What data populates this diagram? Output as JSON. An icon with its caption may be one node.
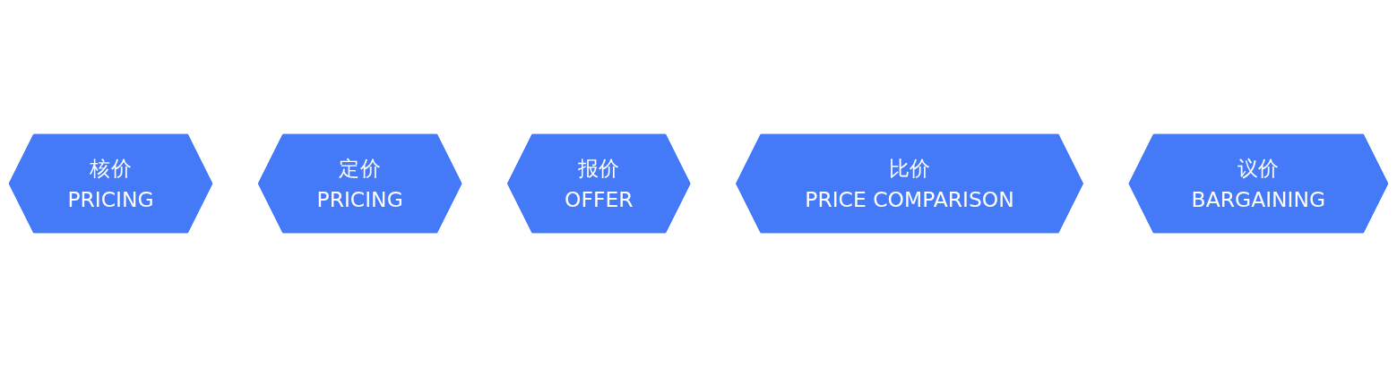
{
  "diagram": {
    "nodes": [
      {
        "text": [
          "核价",
          "PRICING"
        ]
      },
      {
        "text": [
          "定价",
          "PRICING"
        ]
      },
      {
        "text": [
          "报价",
          "OFFER"
        ]
      },
      {
        "text": [
          "比价",
          "PRICE COMPARISON"
        ]
      },
      {
        "text": [
          "议价",
          "BARGAINING"
        ]
      }
    ]
  }
}
